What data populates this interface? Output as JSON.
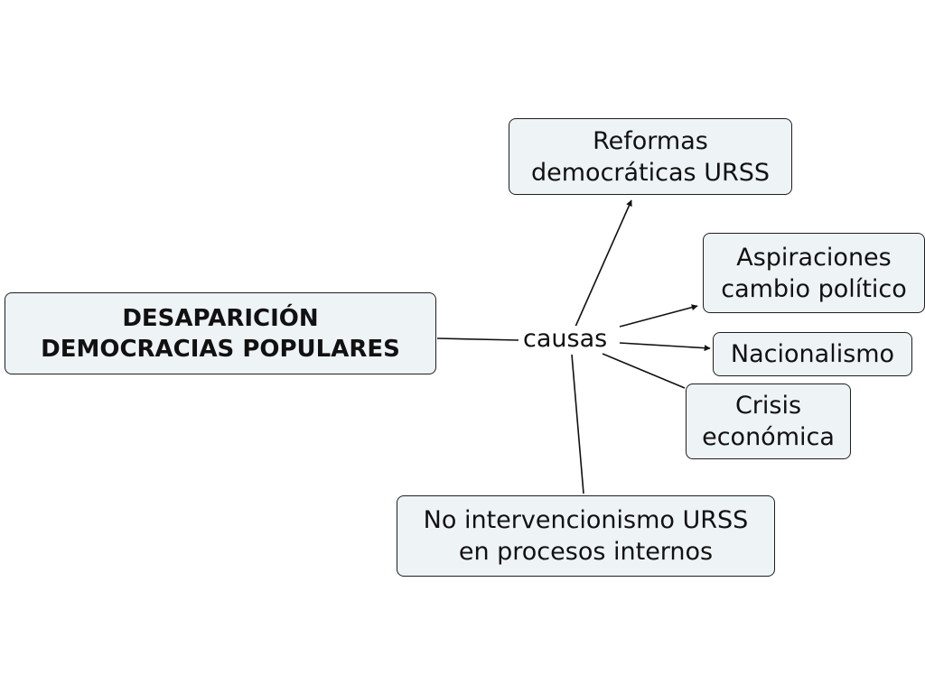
{
  "diagram": {
    "root": {
      "label": "DESAPARICIÓN\nDEMOCRACIAS POPULARES"
    },
    "link_label": "causas",
    "nodes": [
      {
        "id": "reformas",
        "label": "Reformas\ndemocráticas URSS"
      },
      {
        "id": "aspiraciones",
        "label": "Aspiraciones\ncambio político"
      },
      {
        "id": "nacionalismo",
        "label": "Nacionalismo"
      },
      {
        "id": "crisis",
        "label": "Crisis\neconómica"
      },
      {
        "id": "no-intervencionismo",
        "label": "No intervencionismo URSS\nen procesos internos"
      }
    ]
  },
  "colors": {
    "node_fill": "#eef3f6",
    "node_border": "#1f1f1f",
    "line": "#111111",
    "text": "#111111"
  }
}
